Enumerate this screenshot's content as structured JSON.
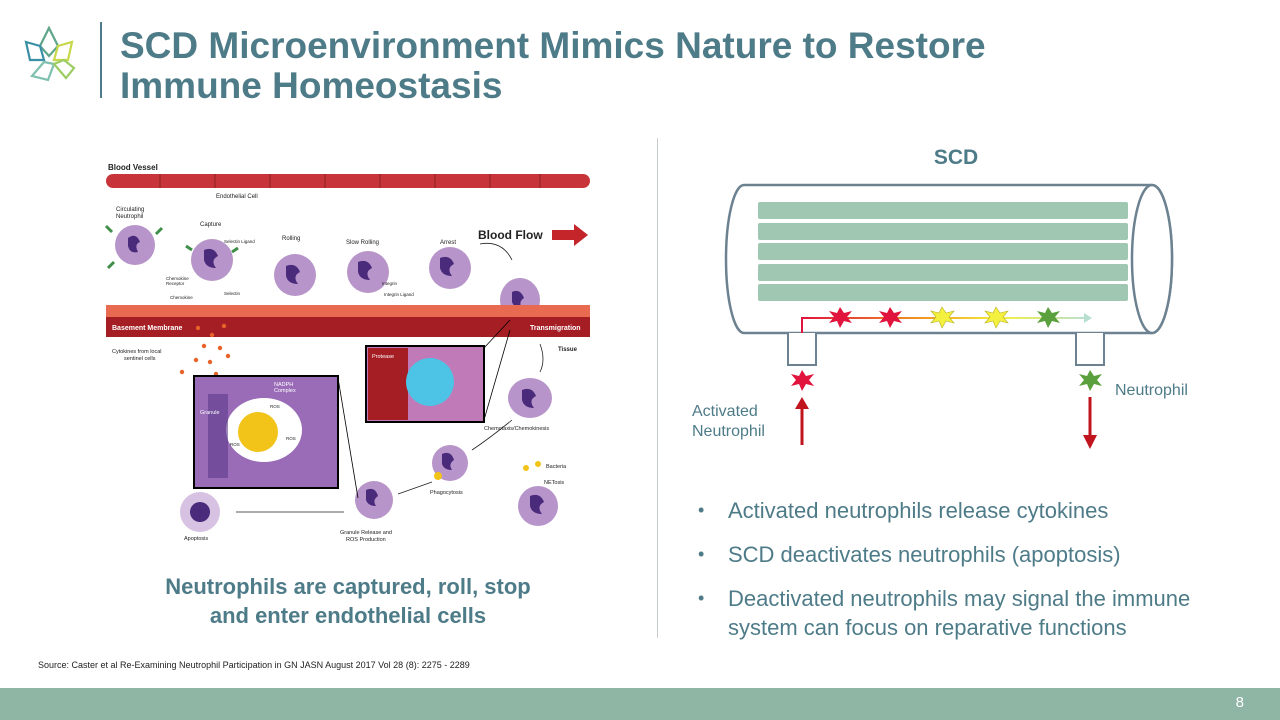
{
  "slide": {
    "title_lines": [
      "SCD Microenvironment Mimics Nature to Restore",
      "Immune Homeostasis"
    ],
    "page_number": "8"
  },
  "left_figure": {
    "labels": {
      "blood_vessel": "Blood Vessel",
      "endothelial_cell": "Endothelial Cell",
      "circulating_line1": "Circulating",
      "circulating_line2": "Neutrophil",
      "capture": "Capture",
      "selectin_ligand": "Selectin Ligand",
      "rolling": "Rolling",
      "slow_rolling": "Slow Rolling",
      "arrest": "Arrest",
      "blood_flow": "Blood Flow",
      "chemokine_line1": "Chemokine",
      "chemokine_line2": "Receptor",
      "chemokine": "Chemokine",
      "selectin": "Selectin",
      "integrin": "Integrin",
      "integrin_ligand": "Integrin Ligand",
      "basement_membrane": "Basement Membrane",
      "transmigration": "Transmigration",
      "tissue": "Tissue",
      "cytokines_line1": "Cytokines from local",
      "cytokines_line2": "sentinel cells",
      "protease": "Protease",
      "nadph_line1": "NADPH",
      "nadph_line2": "Complex",
      "granule": "Granule",
      "ros": "ROS",
      "chemotaxis": "Chemotaxis/Chemokinesis",
      "bacteria": "Bacteria",
      "netosis": "NETosis",
      "phagocytosis": "Phagocytosis",
      "granule_release_line1": "Granule Release and",
      "granule_release_line2": "ROS Production",
      "apoptosis": "Apoptosis"
    },
    "caption_lines": [
      "Neutrophils are captured, roll, stop",
      "and enter endothelial cells"
    ],
    "source": "Source: Caster et al Re-Examining Neutrophil Participation in GN JASN August 2017 Vol 28 (8): 2275 - 2289"
  },
  "scd_figure": {
    "title": "SCD",
    "activated_label_lines": [
      "Activated",
      "Neutrophil"
    ],
    "neutrophil_label": "Neutrophil"
  },
  "bullets": [
    "Activated neutrophils release cytokines",
    "SCD deactivates neutrophils (apoptosis)",
    "Deactivated neutrophils may signal the immune system can focus on reparative functions"
  ],
  "colors": {
    "title": "#4e7b88",
    "footer": "#8fb5a4",
    "membrane_fibers": "#9fc7b1",
    "arrow_red": "#c0141e",
    "activated_red": "#e0143c",
    "neutral_yellow": "#f4f040",
    "deactivated_green": "#5aa03c"
  }
}
